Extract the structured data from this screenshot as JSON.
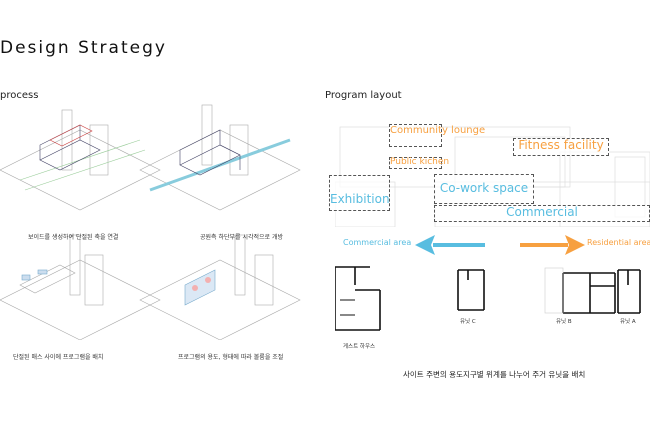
{
  "title": "Design Strategy",
  "process": {
    "label": "process",
    "steps": [
      {
        "caption": "보이드를 생성하여 단절된 축을 연결"
      },
      {
        "caption": "공원측 하단부를 시각적으로 개방"
      },
      {
        "caption": "단절된 매스 사이에 프로그램을 배치"
      },
      {
        "caption": "프로그램의 용도, 형태에 따라 볼륨을 조절"
      }
    ]
  },
  "program": {
    "label": "Program layout",
    "zones": {
      "community": "Community lounge",
      "kitchen": "Public kichen",
      "fitness": "Fitness facility",
      "cowork": "Co-work space",
      "exhibition": "Exhibition",
      "commercial": "Commercial"
    },
    "arrows": {
      "left": "Commercial area",
      "right": "Residential area"
    },
    "units": {
      "guest": "게스트 하우스",
      "c": "유닛 C",
      "b": "유닛 B",
      "a": "유닛 A"
    },
    "caption": "사이트 주변의 용도지구별 위계를 나누어 주거 유닛을 배치"
  },
  "colors": {
    "orange": "#f7a040",
    "blue": "#58bde0"
  }
}
